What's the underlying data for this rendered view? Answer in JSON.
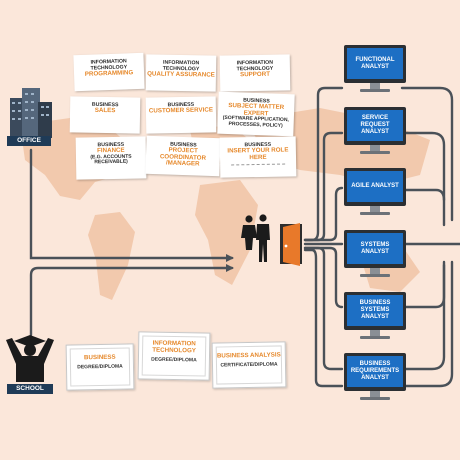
{
  "office": {
    "label": "OFFICE"
  },
  "school": {
    "label": "SCHOOL"
  },
  "role_cards": [
    {
      "category": "INFORMATION TECHNOLOGY",
      "role": "PROGRAMMING",
      "sub": ""
    },
    {
      "category": "INFORMATION TECHNOLOGY",
      "role": "QUALITY ASSURANCE",
      "sub": ""
    },
    {
      "category": "INFORMATION TECHNOLOGY",
      "role": "SUPPORT",
      "sub": ""
    },
    {
      "category": "BUSINESS",
      "role": "SALES",
      "sub": ""
    },
    {
      "category": "BUSINESS",
      "role": "CUSTOMER SERVICE",
      "sub": ""
    },
    {
      "category": "BUSINESS",
      "role": "SUBJECT MATTER EXPERT",
      "sub": "(SOFTWARE APPLICATION, PROCESSES, POLICY)"
    },
    {
      "category": "BUSINESS",
      "role": "FINANCE",
      "sub": "(E.G. ACCOUNTS RECEIVABLE)"
    },
    {
      "category": "BUSINESS",
      "role": "PROJECT COORDINATOR /MANAGER",
      "sub": ""
    },
    {
      "category": "BUSINESS",
      "role": "INSERT YOUR ROLE HERE",
      "sub": ""
    }
  ],
  "education_cards": [
    {
      "title": "BUSINESS",
      "credential": "DEGREE/DIPLOMA"
    },
    {
      "title": "INFORMATION TECHNOLOGY",
      "credential": "DEGREE/DIPLOMA"
    },
    {
      "title": "BUSINESS ANALYSIS",
      "credential": "CERTIFICATE/DIPLOMA"
    }
  ],
  "analyst_roles": [
    "FUNCTIONAL ANALYST",
    "SERVICE REQUEST ANALYST",
    "AGILE ANALYST",
    "SYSTEMS ANALYST",
    "BUSINESS SYSTEMS ANALYST",
    "BUSINESS REQUIREMENTS ANALYST"
  ],
  "colors": {
    "background": "#fbe7da",
    "map": "#f2c9ad",
    "accent": "#e6892c",
    "monitor": "#1d6fc4",
    "connector": "#4a5158",
    "door": "#e8792a"
  }
}
